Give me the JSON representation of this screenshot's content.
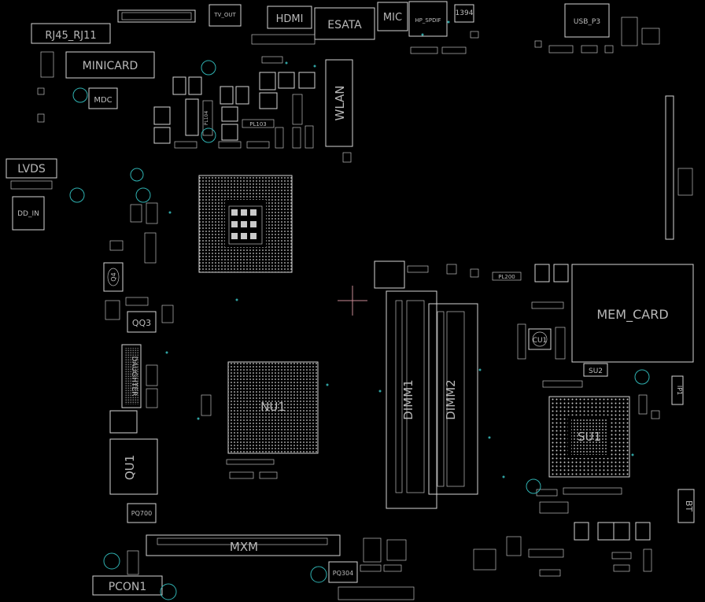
{
  "view": {
    "background": "#000000",
    "outline_color": "#d4d4d4",
    "via_color": "#2fb1b1",
    "cursor_color": "#c98a94"
  },
  "labels": {
    "rj45": "RJ45_RJ11",
    "tv_out": "TV_OUT",
    "hdmi": "HDMI",
    "esata": "ESATA",
    "mic": "MIC",
    "spdif": "HP_SPDIF",
    "p1394": "1394",
    "usb_p3": "USB_P3",
    "minicard": "MINICARD",
    "mdc": "MDC",
    "wlan": "WLAN",
    "lvds": "LVDS",
    "dd_in": "DD_IN",
    "pl103": "PL103",
    "pl104": "PL104",
    "q4": "Q4",
    "qq3": "QQ3",
    "daughter": "DAUGHTER",
    "qu1": "QU1",
    "pq700": "PQ700",
    "pcon1": "PCON1",
    "mxm": "MXM",
    "pq304": "PQ304",
    "nu1": "NU1",
    "dimm1": "DIMM1",
    "dimm2": "DIMM2",
    "mem_card": "MEM_CARD",
    "cu1": "CU1",
    "su2": "SU2",
    "su1": "SU1",
    "bt": "BT",
    "ip1": "IP1",
    "pl200": "PL200"
  }
}
